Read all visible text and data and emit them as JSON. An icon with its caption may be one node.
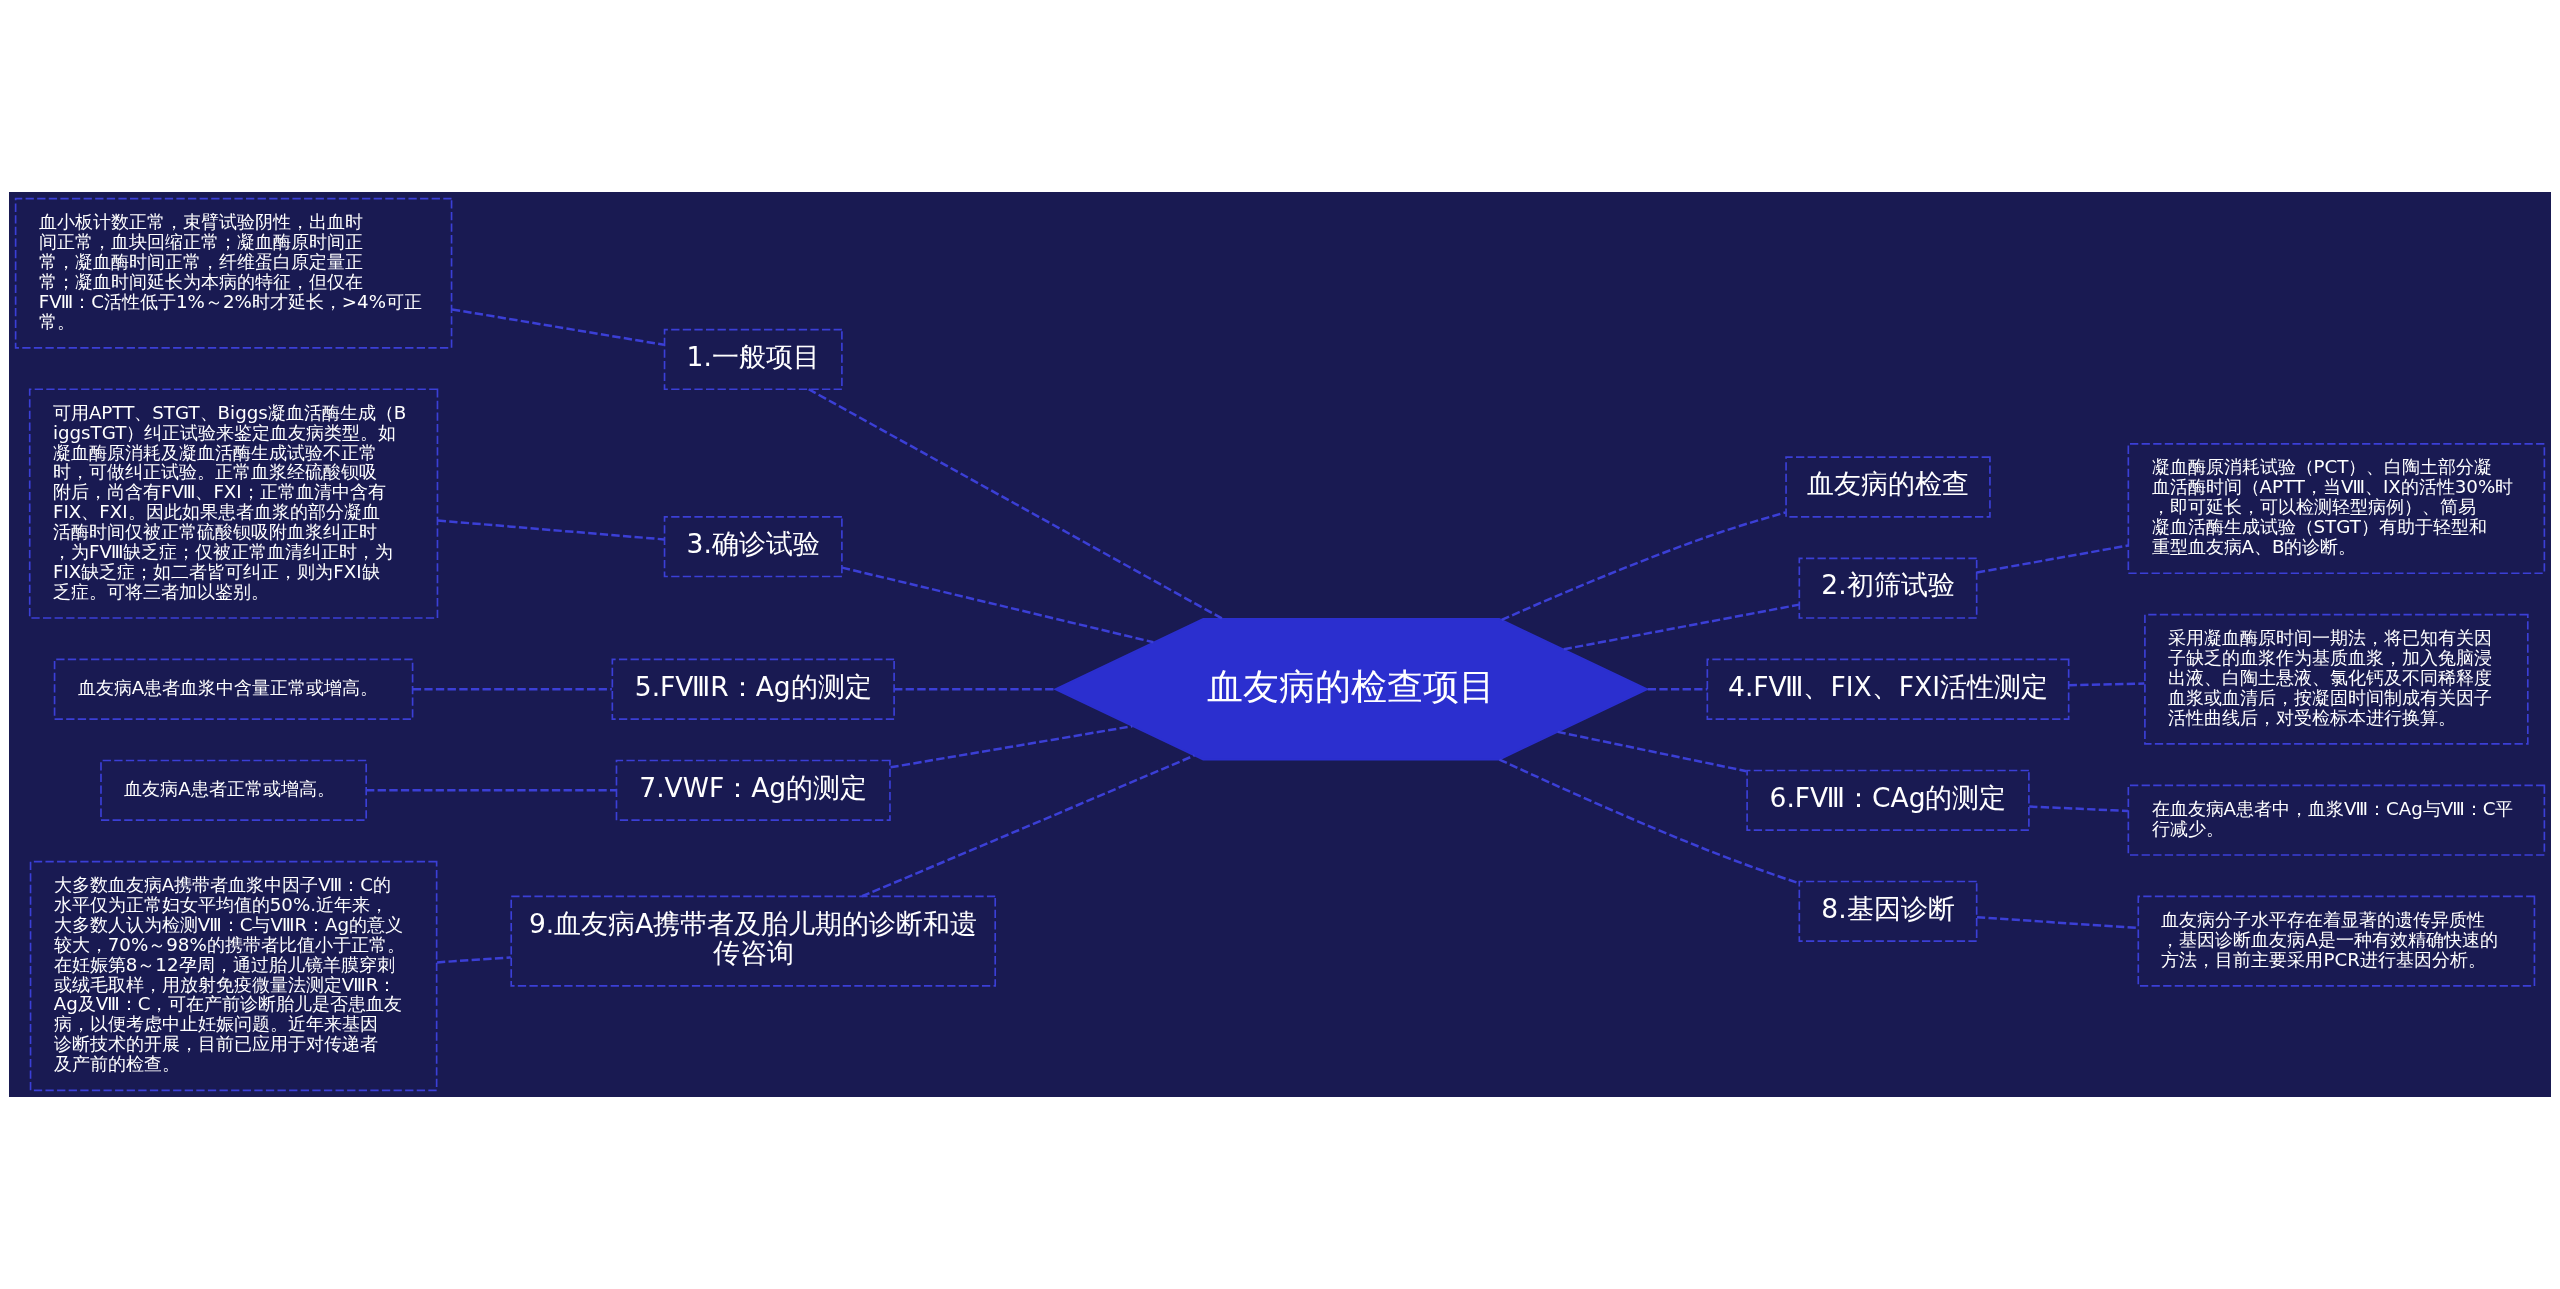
{
  "diagram": {
    "nodes": [
      {
        "text": [
          "血友病的检查项目"
        ]
      },
      {
        "text": [
          "1.一般项目"
        ]
      },
      {
        "text": [
          "血小板计数正常，束臂试验阴性，出血时间正常，血块回缩正常；凝血酶原时间正常，凝血酶时间正常，纤维蛋白原定量正常；凝血时间延长为本病的特征，但仅在FⅧ：C活性低于1%～2%时才延长，>4%可正常。"
        ]
      },
      {
        "text": [
          "3.确诊试验"
        ]
      },
      {
        "text": [
          "可用APTT、STGT、Biggs凝血活酶生成（BiggsTGT）纠正试验来鉴定血友病类型。如凝血酶原消耗及凝血活酶生成试验不正常时，可做纠正试验。正常血浆经硫酸钡吸附后，尚含有FⅧ、FXI；正常血清中含有FIX、FXI。因此如果患者血浆的部分凝血活酶时间仅被正常硫酸钡吸附血浆纠正时，为FⅧ缺乏症；仅被正常血清纠正时，为FIX缺乏症；如二者皆可纠正，则为FXI缺乏症。可将三者加以鉴别。"
        ]
      },
      {
        "text": [
          "5.FⅧR：Ag的测定"
        ]
      },
      {
        "text": [
          "血友病A患者血浆中含量正常或增高。"
        ]
      },
      {
        "text": [
          "7.VWF：Ag的测定"
        ]
      },
      {
        "text": [
          "血友病A患者正常或增高。"
        ]
      },
      {
        "text": [
          "9.血友病A携带者及胎儿期的诊断和遗传咨询"
        ]
      },
      {
        "text": [
          "大多数血友病A携带者血浆中因子Ⅷ：C的水平仅为正常妇女平均值的50%.近年来，大多数人认为检测Ⅷ：C与ⅧR：Ag的意义较大，70%～98%的携带者比值小于正常。在妊娠第8～12孕周，通过胎儿镜羊膜穿刺或绒毛取样，用放射免疫微量法测定ⅧR：Ag及Ⅷ：C，可在产前诊断胎儿是否患血友病，以便考虑中止妊娠问题。近年来基因诊断技术的开展，目前已应用于对传递者及产前的检查。"
        ]
      },
      {
        "text": [
          "血友病的检查"
        ]
      },
      {
        "text": [
          "2.初筛试验"
        ]
      },
      {
        "text": [
          "凝血酶原消耗试验（PCT）、白陶土部分凝血活酶时间（APTT，当Ⅷ、IX的活性30%时，即可延长，可以检测轻型病例）、简易凝血活酶生成试验（STGT）有助于轻型和重型血友病A、B的诊断。"
        ]
      },
      {
        "text": [
          "4.FⅧ、FIX、FXI活性测定"
        ]
      },
      {
        "text": [
          "采用凝血酶原时间一期法，将已知有关因子缺乏的血浆作为基质血浆，加入兔脑浸出液、白陶土悬液、氯化钙及不同稀释度血浆或血清后，按凝固时间制成有关因子活性曲线后，对受检标本进行换算。"
        ]
      },
      {
        "text": [
          "6.FⅧ：CAg的测定"
        ]
      },
      {
        "text": [
          "在血友病A患者中，血浆Ⅷ：CAg与Ⅷ：C平行减少。"
        ]
      },
      {
        "text": [
          "8.基因诊断"
        ]
      },
      {
        "text": [
          "血友病分子水平存在着显著的遗传异质性，基因诊断血友病A是一种有效精确快速的方法，目前主要采用PCR进行基因分析。"
        ]
      }
    ],
    "edges": [
      {
        "from": 1,
        "to": 0,
        "arrow": "none"
      },
      {
        "from": 2,
        "to": 1,
        "arrow": "none"
      },
      {
        "from": 3,
        "to": 0,
        "arrow": "none"
      },
      {
        "from": 4,
        "to": 3,
        "arrow": "none"
      },
      {
        "from": 5,
        "to": 0,
        "arrow": "none"
      },
      {
        "from": 6,
        "to": 5,
        "arrow": "none"
      },
      {
        "from": 7,
        "to": 0,
        "arrow": "none"
      },
      {
        "from": 8,
        "to": 7,
        "arrow": "none"
      },
      {
        "from": 9,
        "to": 0,
        "arrow": "none"
      },
      {
        "from": 10,
        "to": 9,
        "arrow": "none"
      },
      {
        "from": 0,
        "to": 11,
        "arrow": "none"
      },
      {
        "from": 0,
        "to": 12,
        "arrow": "none"
      },
      {
        "from": 12,
        "to": 13,
        "arrow": "none"
      },
      {
        "from": 0,
        "to": 14,
        "arrow": "none"
      },
      {
        "from": 14,
        "to": 15,
        "arrow": "none"
      },
      {
        "from": 0,
        "to": 16,
        "arrow": "none"
      },
      {
        "from": 16,
        "to": 17,
        "arrow": "none"
      },
      {
        "from": 0,
        "to": 18,
        "arrow": "none"
      },
      {
        "from": 18,
        "to": 19,
        "arrow": "none"
      }
    ]
  }
}
